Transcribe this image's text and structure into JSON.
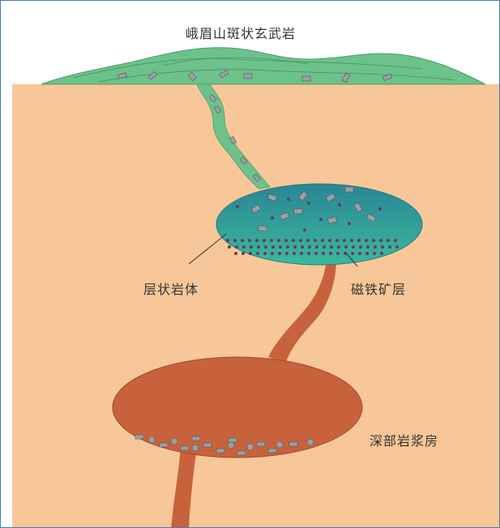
{
  "labels": {
    "basalt": "峨眉山斑状玄武岩",
    "layered_intrusion": "层状岩体",
    "magnetite_layer": "磁铁矿层",
    "deep_chamber": "深部岩浆房"
  },
  "colors": {
    "crust": "#f7c799",
    "basalt": "#6cc28a",
    "intrusion_top": "#2c8c9a",
    "intrusion_bottom": "#3bb79c",
    "chamber": "#c8623c",
    "conduit_lower": "#c8623c",
    "conduit_upper": "#6cc28a",
    "phenocryst": "#9aa0a6",
    "magnetite_dot": "#6a3a5a"
  }
}
